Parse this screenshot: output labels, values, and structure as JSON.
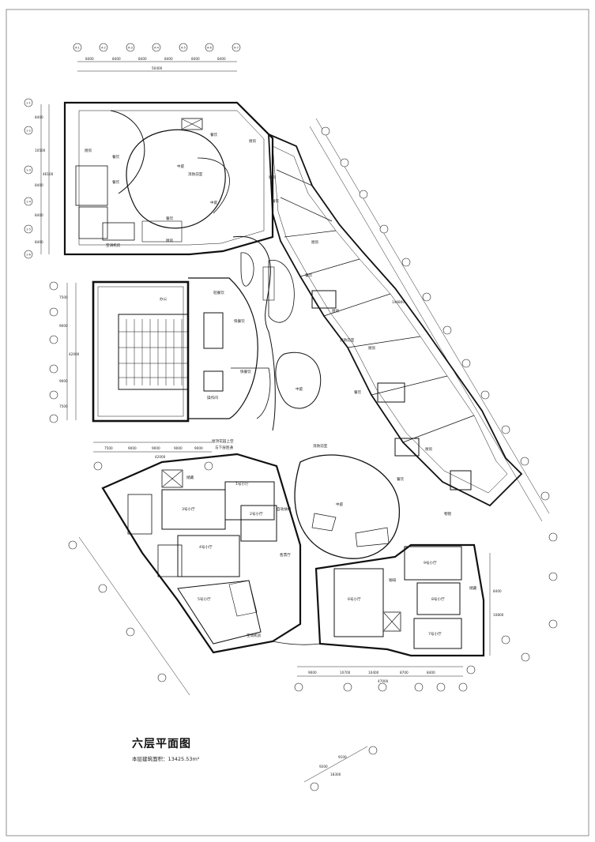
{
  "drawing": {
    "title": "六层平面图",
    "subtitle": "本层建筑面积：13425.53m²"
  },
  "dimensions": {
    "top": [
      "8400",
      "8400",
      "8400",
      "8400",
      "8400",
      "8400"
    ],
    "top_total": "50400",
    "left_upper": [
      "8400",
      "10500",
      "8400",
      "8400",
      "8400"
    ],
    "left_upper_total": "46100",
    "left_mid": [
      "7500",
      "9000",
      "9000",
      "7500"
    ],
    "left_mid_total": "42000",
    "mid_bottom": [
      "7500",
      "9000",
      "9000",
      "9000",
      "9000"
    ],
    "mid_bottom_total": "42000",
    "bottom": [
      "9000",
      "10700",
      "10400",
      "8700",
      "8400"
    ],
    "bottom_total": "47000",
    "right_diag_total": "146800",
    "right_low": [
      "8400",
      "10800"
    ],
    "bottom_diag": [
      "9200",
      "9100"
    ],
    "bottom_diag_total": "18300"
  },
  "rooms": {
    "kitchen": "厨房",
    "dining": "餐饮",
    "atrium": "中庭",
    "escalator_lane": "自动扶梯",
    "hall_1": "1号小厅",
    "hall_2": "2号小厅",
    "hall_3": "3号小厅",
    "hall_4": "4号小厅",
    "hall_5": "5号小厅",
    "hall_6": "6号小厅",
    "hall_7": "7号小厅",
    "hall_8": "8号小厅",
    "hall_9": "9号小厅",
    "lobby": "售票厅",
    "cinema_equip": "空调机房",
    "office": "办公",
    "fast_food": "快餐饮",
    "light_food": "轻餐饮",
    "operation": "操作间",
    "shop": "物管",
    "warehouse": "储藏",
    "fire_stair": "消防前室",
    "cafe": "咖啡",
    "note_roof": "屋顶花园上空",
    "note_open": "与下层连通"
  },
  "axes": {
    "top": [
      "A-1",
      "A-2",
      "A-3",
      "A-4",
      "A-5",
      "A-6",
      "A-7"
    ],
    "left": [
      "1-1",
      "1-2",
      "1-3",
      "1-4",
      "1-5",
      "1-6"
    ]
  }
}
